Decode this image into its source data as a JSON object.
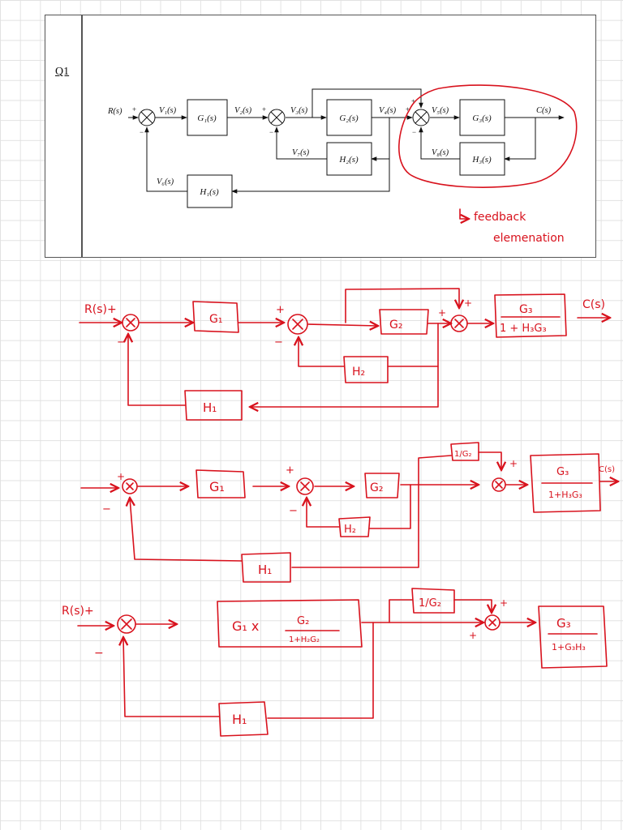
{
  "question": {
    "label": "Q1",
    "signals": {
      "r": "R(s)",
      "v1": "V₁(s)",
      "v2": "V₂(s)",
      "v3": "V₃(s)",
      "v4": "V₄(s)",
      "v5": "V₅(s)",
      "v6": "V₆(s)",
      "v7": "V₇(s)",
      "v8": "V₈(s)",
      "c": "C(s)"
    },
    "blocks": {
      "g1": "G₁(s)",
      "g2": "G₂(s)",
      "g3": "G₃(s)",
      "h1": "H₁(s)",
      "h2": "H₂(s)",
      "h3": "H₃(s)"
    },
    "plus": "+",
    "minus": "−",
    "annotation_line1": "feedback",
    "annotation_line2": "elemenation"
  },
  "diagram1": {
    "input": "R(s)+",
    "output": "C(s)",
    "g1": "G₁",
    "g2": "G₂",
    "h1": "H₁",
    "h2": "H₂",
    "g3_num": "G₃",
    "g3_den": "1 + H₃G₃",
    "plus": "+",
    "minus": "−"
  },
  "diagram2": {
    "output": "C(s)",
    "g1": "G₁",
    "g2": "G₂",
    "h1": "H₁",
    "h2": "H₂",
    "inv_g2": "1/G₂",
    "g3_num": "G₃",
    "g3_den": "1+H₃G₃",
    "plus": "+",
    "minus": "−"
  },
  "diagram3": {
    "input": "R(s)+",
    "forward_g1": "G₁ x",
    "forward_num": "G₂",
    "forward_den": "1+H₂G₂",
    "inv_g2": "1/G₂",
    "g3_num": "G₃",
    "g3_den": "1+G₃H₃",
    "h1": "H₁",
    "plus": "+",
    "minus": "−"
  }
}
